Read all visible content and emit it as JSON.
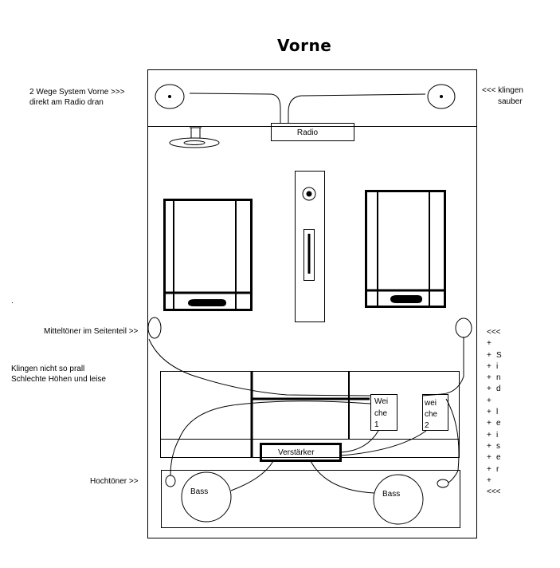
{
  "title": "Vorne",
  "labels": {
    "left_top_1": "2 Wege System Vorne >>>",
    "left_top_2": "direkt am Radio dran",
    "right_top_1": "<<< klingen",
    "right_top_2": "sauber",
    "dot": ".",
    "mitteltoener": "Mitteltöner im Seitenteil >>",
    "klingen_1": "Klingen nicht so prall",
    "klingen_2": "Schlechte Höhen und leise",
    "hochtoener": "Hochtöner >>"
  },
  "components": {
    "radio": "Radio",
    "verstaerker": "Verstärker",
    "bass_left": "Bass",
    "bass_right": "Bass",
    "weiche1": [
      "Wei",
      "che",
      "1"
    ],
    "weiche2": [
      "wei",
      "che",
      "2"
    ]
  },
  "side_note": {
    "open": "<<<",
    "rows": [
      {
        "p": "+",
        "c": ""
      },
      {
        "p": "+",
        "c": "S"
      },
      {
        "p": "+",
        "c": "i"
      },
      {
        "p": "+",
        "c": "n"
      },
      {
        "p": "+",
        "c": "d"
      },
      {
        "p": "+",
        "c": ""
      },
      {
        "p": "+",
        "c": "l"
      },
      {
        "p": "+",
        "c": "e"
      },
      {
        "p": "+",
        "c": "i"
      },
      {
        "p": "+",
        "c": "s"
      },
      {
        "p": "+",
        "c": "e"
      },
      {
        "p": "+",
        "c": "r"
      },
      {
        "p": "+",
        "c": ""
      }
    ],
    "close": "<<<"
  }
}
